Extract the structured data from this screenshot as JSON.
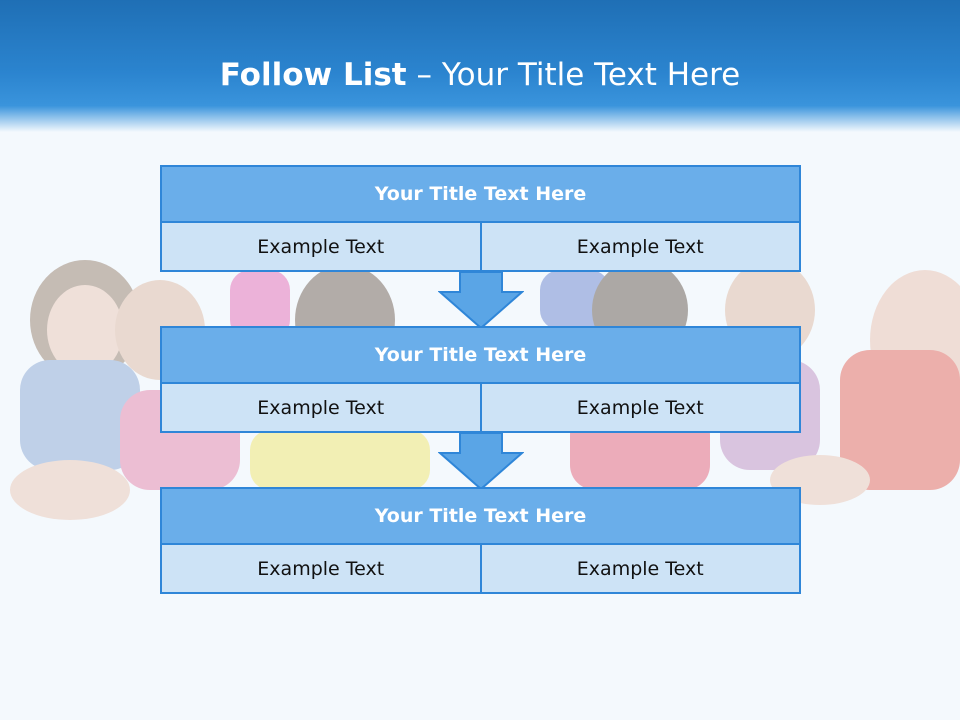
{
  "slide": {
    "title_bold": "Follow List",
    "title_rest": " – Your Title Text Here"
  },
  "blocks": [
    {
      "title": "Your Title Text Here",
      "left": "Example Text",
      "right": "Example Text"
    },
    {
      "title": "Your Title Text Here",
      "left": "Example Text",
      "right": "Example Text"
    },
    {
      "title": "Your Title Text Here",
      "left": "Example Text",
      "right": "Example Text"
    }
  ],
  "colors": {
    "header": "#2b84cf",
    "block_title_fill": "#6aaeea",
    "cell_fill": "#cde3f6",
    "border": "#2f86d8",
    "arrow_fill": "#5aa5e6"
  },
  "icons": [
    "down-arrow-icon"
  ]
}
